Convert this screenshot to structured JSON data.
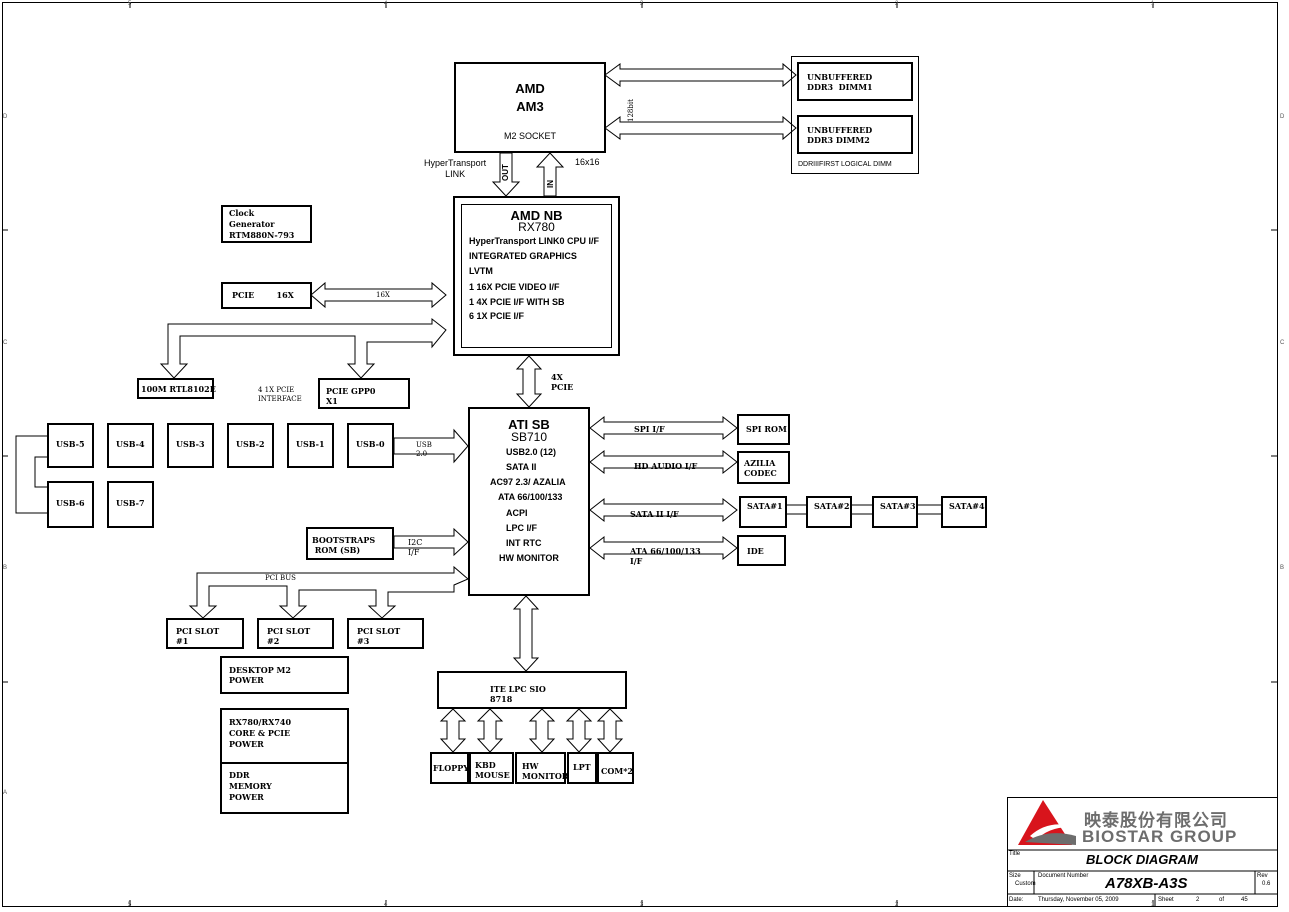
{
  "cpu": {
    "title1": "AMD",
    "title2": "AM3",
    "socket": "M2 SOCKET"
  },
  "ddr": {
    "dimm1": "UNBUFFERED\nDDR3  DIMM1",
    "dimm2": "UNBUFFERED\nDDR3 DIMM2",
    "note": "DDRIIIFIRST LOGICAL DIMM",
    "bus": "128bit"
  },
  "ht": {
    "label": "HyperTransport\nLINK",
    "out": "OUT",
    "in": "IN",
    "width": "16x16"
  },
  "nb": {
    "title": "AMD NB",
    "model": "RX780",
    "features": [
      "HyperTransport LINK0 CPU I/F",
      "INTEGRATED GRAPHICS",
      "LVTM",
      "1 16X PCIE VIDEO I/F",
      "1 4X PCIE I/F WITH SB",
      "6 1X PCIE I/F"
    ]
  },
  "clock": "Clock\nGenerator\nRTM880N-793",
  "pcie16": {
    "box": "PCIE        16X",
    "arrow": "16X"
  },
  "lan": "100M RTL8102E",
  "pcie_if": "4 1X PCIE\nINTERFACE",
  "gpp": "PCIE GPP0\nX1",
  "nb_sb": "4X\nPCIE",
  "sb": {
    "title": "ATI SB",
    "model": "SB710",
    "features": [
      "USB2.0 (12)",
      "SATA II",
      "AC97 2.3/ AZALIA",
      "ATA 66/100/133",
      "ACPI",
      "LPC I/F",
      "INT RTC",
      "HW MONITOR"
    ]
  },
  "usb": {
    "row1": [
      "USB-5",
      "USB-4",
      "USB-3",
      "USB-2",
      "USB-1",
      "USB-0"
    ],
    "row2": [
      "USB-6",
      "USB-7"
    ],
    "bus": "USB\n2.0"
  },
  "spi": {
    "bus": "SPI I/F",
    "box": "SPI ROM"
  },
  "audio": {
    "bus": "HD AUDIO I/F",
    "box": "AZILIA\nCODEC"
  },
  "sata": {
    "bus": "SATA II I/F",
    "ports": [
      "SATA#1",
      "SATA#2",
      "SATA#3",
      "SATA#4"
    ]
  },
  "ata": {
    "bus": "ATA 66/100/133\nI/F",
    "box": "IDE"
  },
  "boot": {
    "box": "BOOTSTRAPS\n ROM (SB)",
    "bus": "I2C\nI/F"
  },
  "pci": {
    "bus": "PCI BUS",
    "slots": [
      "PCI SLOT\n#1",
      "PCI SLOT\n#2",
      "PCI SLOT\n#3"
    ]
  },
  "power": {
    "desktop": "DESKTOP M2\nPOWER",
    "core": "RX780/RX740\nCORE & PCIE\nPOWER",
    "ddr": "DDR\nMEMORY\nPOWER"
  },
  "sio": {
    "box": "ITE LPC SIO\n8718",
    "devices": [
      "FLOPPY",
      "KBD\nMOUSE",
      "HW\nMONITOR",
      "LPT",
      "COM*2"
    ]
  },
  "title_block": {
    "company_cn": "映泰股份有限公司",
    "company_en": "BIOSTAR GROUP",
    "title_label": "Title",
    "title": "BLOCK DIAGRAM",
    "size_label": "Size",
    "size": "Custom",
    "docnum_label": "Document Number",
    "docnum": "A78XB-A3S",
    "rev_label": "Rev",
    "rev": "0.6",
    "date_label": "Date:",
    "date": "Thursday, November 05, 2009",
    "sheet_label": "Sheet",
    "sheet": "2",
    "of_label": "of",
    "total": "45"
  },
  "border": {
    "cols": [
      "5",
      "4",
      "3",
      "2",
      "1"
    ],
    "rows": [
      "D",
      "C",
      "B",
      "A"
    ]
  },
  "colors": {
    "logo_red": "#d8141c",
    "logo_gray": "#6d6d6d"
  }
}
